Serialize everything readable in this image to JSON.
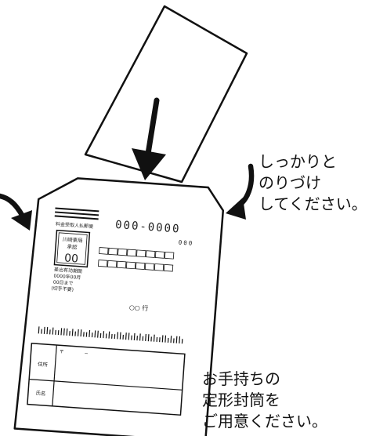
{
  "captions": {
    "top": [
      "しっかりと",
      "のりづけ",
      "してください。"
    ],
    "bottom": [
      "お手持ちの",
      "定形封筒を",
      "ご用意ください。"
    ]
  },
  "postcard": {
    "postage_label": "料金受取人払郵便",
    "post_office": "川崎東局",
    "approval": "承認",
    "approval_number": "00",
    "postal_code": "000-0000",
    "sub_code": "000",
    "validity": [
      "差出有効期間",
      "0000年00月",
      "00日まで",
      "(切手不要)"
    ],
    "recipient": "○○ 行",
    "zip_mark": "〒",
    "dash": "−",
    "address_label": "住所",
    "name_label": "氏名"
  },
  "colors": {
    "ink": "#111111",
    "paper": "#ffffff"
  }
}
